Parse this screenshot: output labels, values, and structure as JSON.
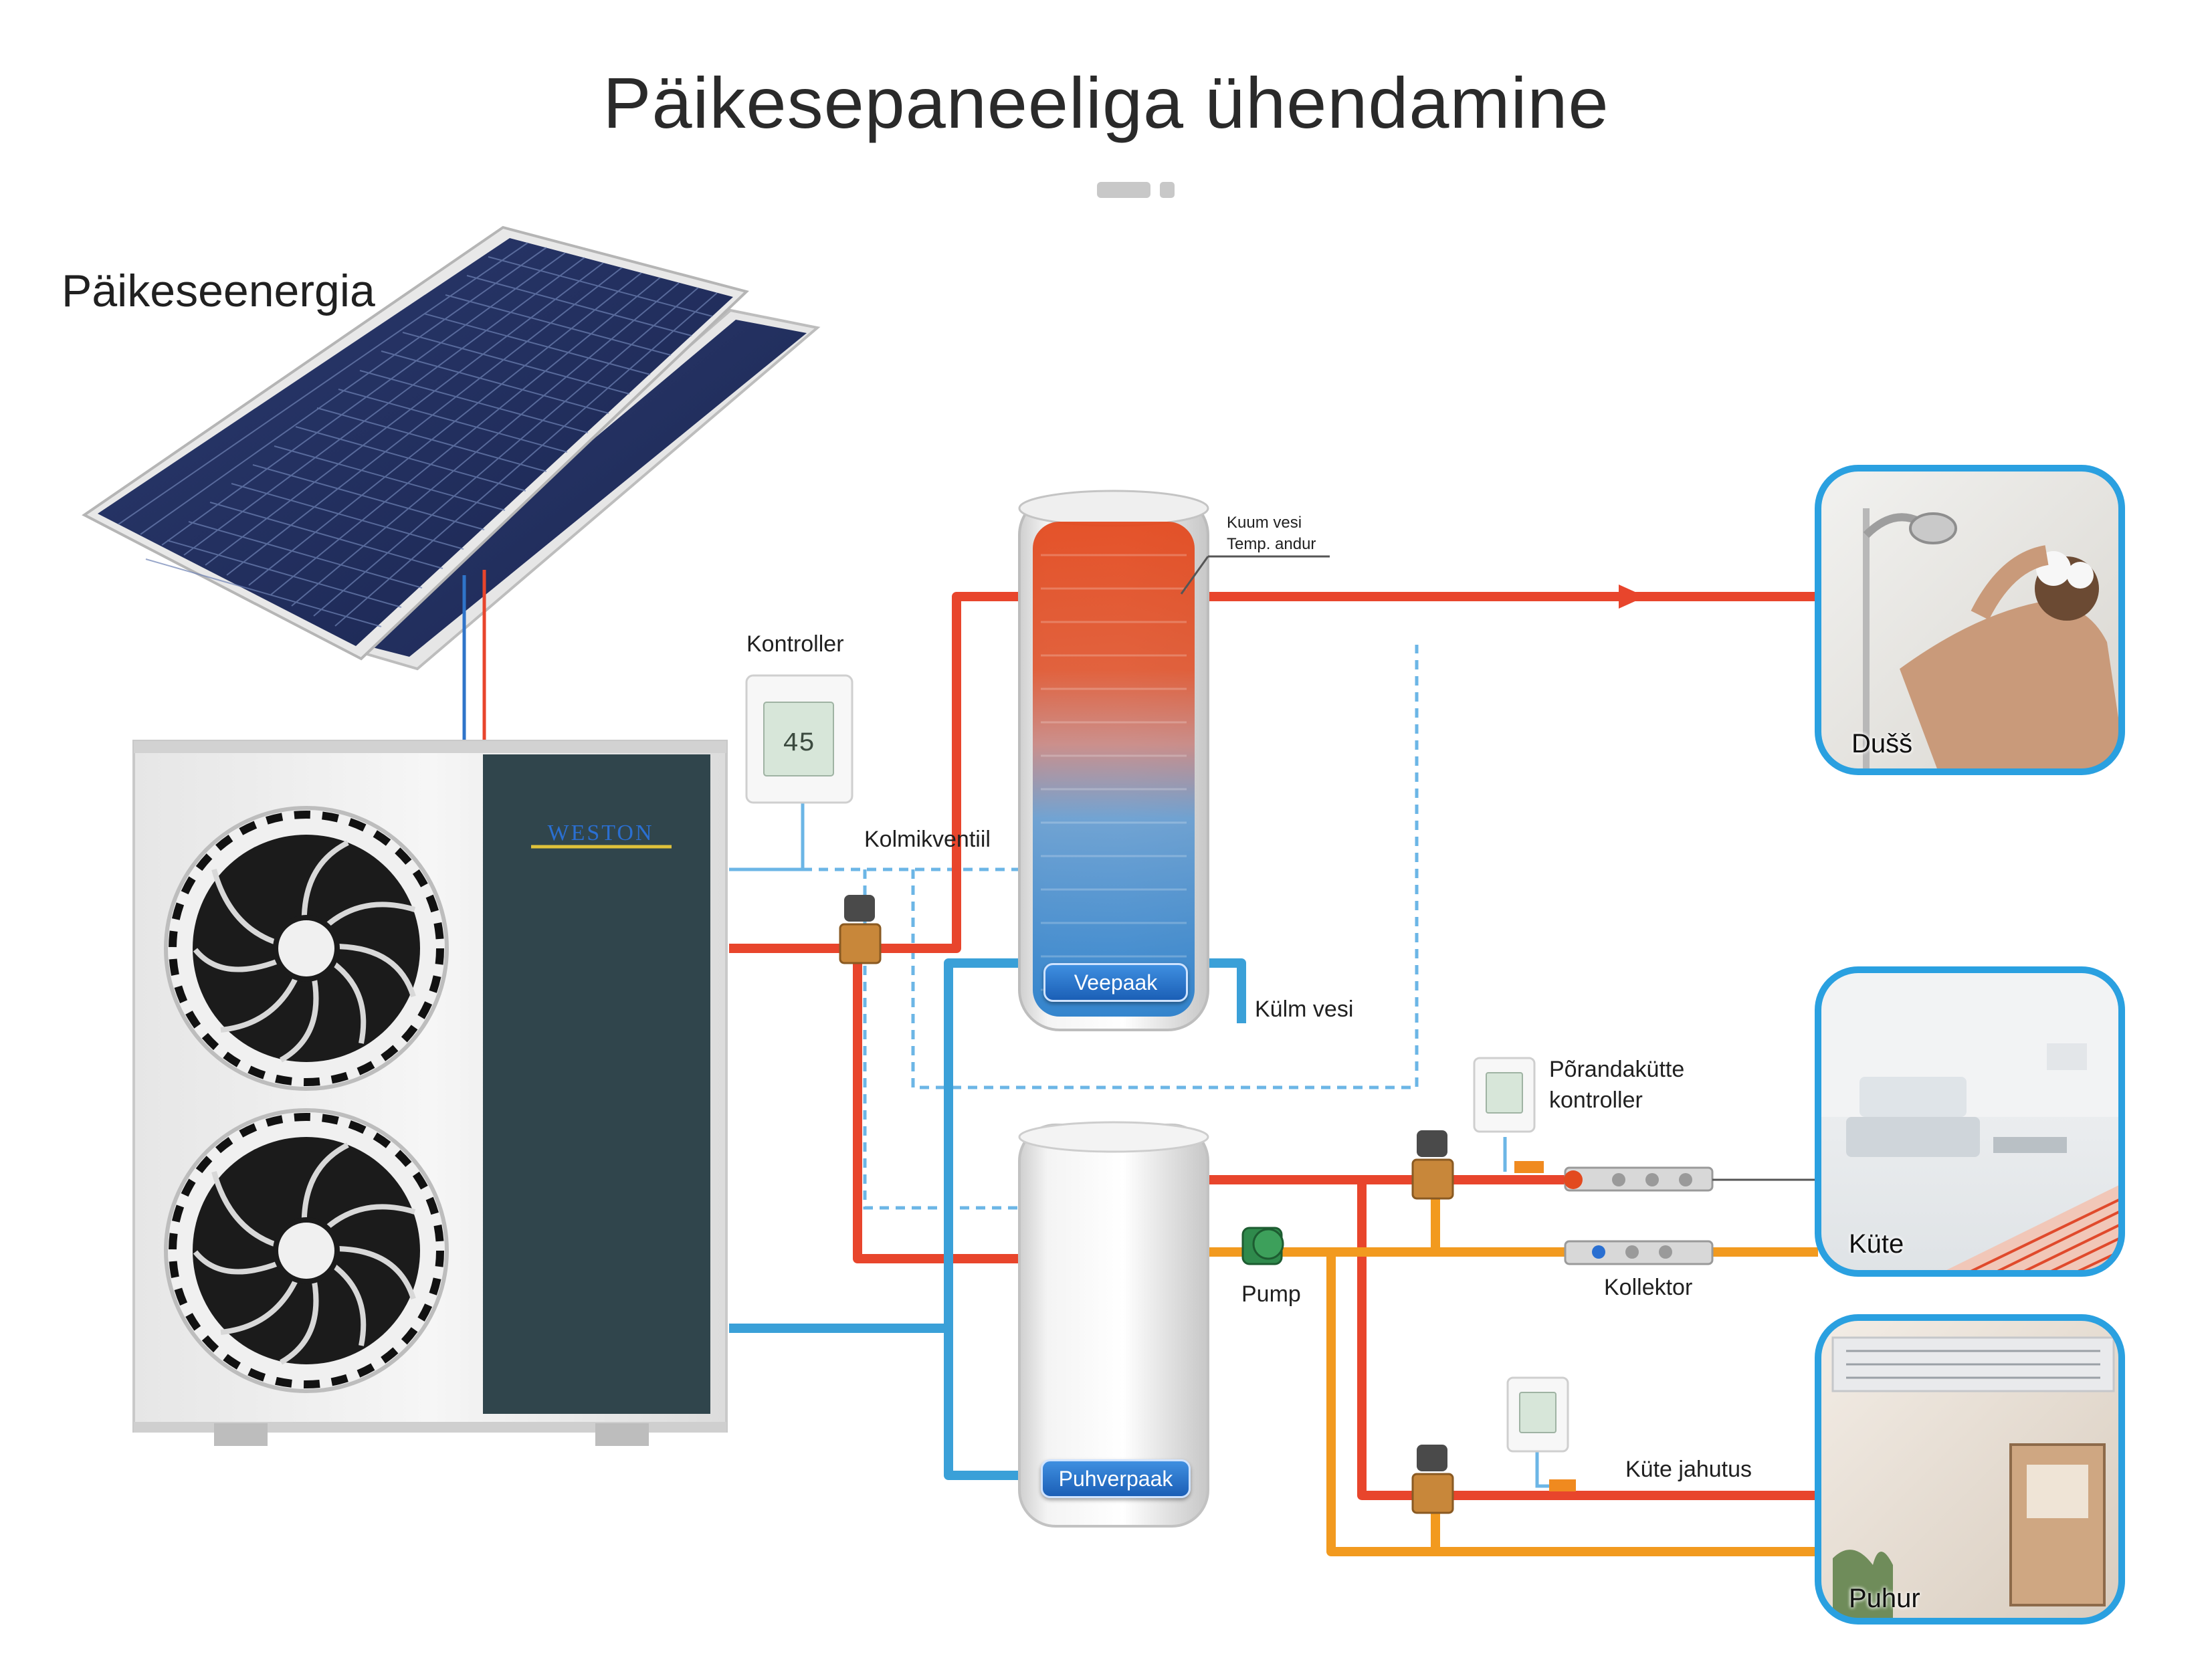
{
  "title": "Päikesepaneeliga ühendamine",
  "labels": {
    "solar": "Päikeseenergia",
    "controller": "Kontroller",
    "three_way_valve": "Kolmikventiil",
    "sensor_line1": "Kuum vesi",
    "sensor_line2": "Temp. andur",
    "water_tank": "Veepaak",
    "cold_water": "Külm vesi",
    "floor_controller_line1": "Põrandakütte",
    "floor_controller_line2": "kontroller",
    "pump": "Pump",
    "collector": "Kollektor",
    "heating_cooling": "Küte jahutus",
    "buffer_tank": "Puhverpaak",
    "brand": "WESTON",
    "controller_display": "45"
  },
  "outputs": [
    {
      "label": "Dušš",
      "icon": "shower-photo"
    },
    {
      "label": "Küte",
      "icon": "floor-heating-photo"
    },
    {
      "label": "Puhur",
      "icon": "fan-coil-photo"
    }
  ],
  "colors": {
    "hot_pipe": "#e8452c",
    "warm_pipe": "#f29a1f",
    "cold_pipe": "#3aa0d8",
    "signal_line": "#6cb6e6",
    "photo_frame": "#2aa0e0",
    "heat_pump_panel": "#30454c"
  }
}
